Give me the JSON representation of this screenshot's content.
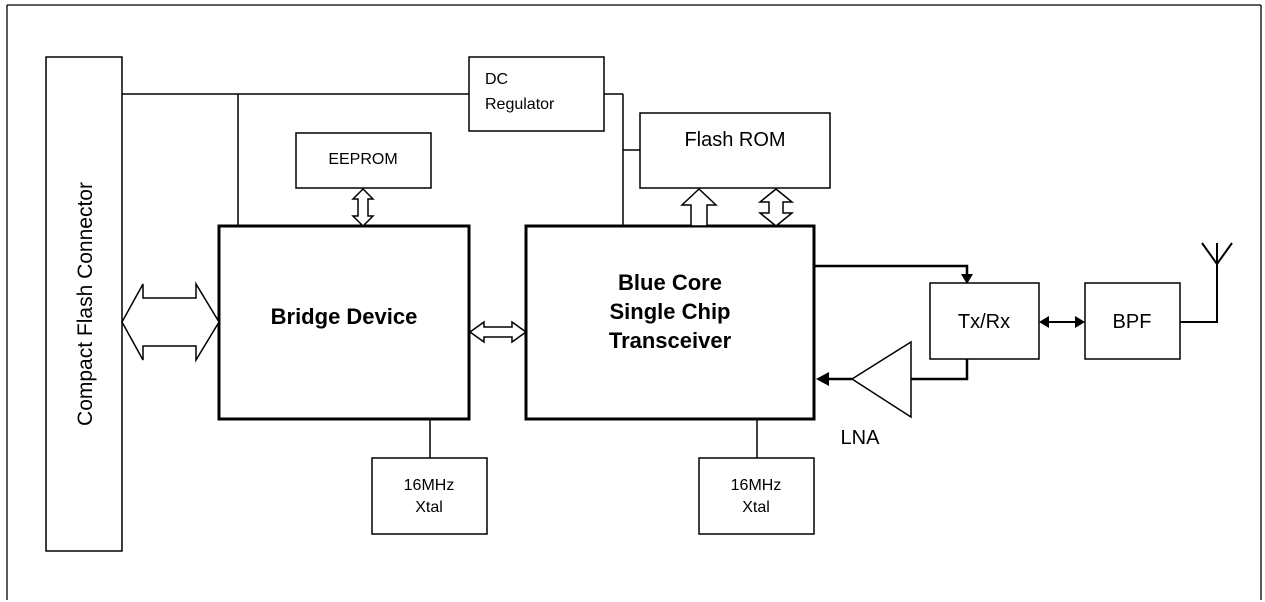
{
  "diagram": {
    "connector": "Compact Flash Connector",
    "dc_regulator": [
      "DC",
      "Regulator"
    ],
    "eeprom": "EEPROM",
    "flash_rom": "Flash ROM",
    "bridge": "Bridge Device",
    "bluecore": [
      "Blue Core",
      "Single Chip",
      "Transceiver"
    ],
    "txrx": "Tx/Rx",
    "bpf": "BPF",
    "lna": "LNA",
    "xtal_left": [
      "16MHz",
      "Xtal"
    ],
    "xtal_right": [
      "16MHz",
      "Xtal"
    ]
  }
}
